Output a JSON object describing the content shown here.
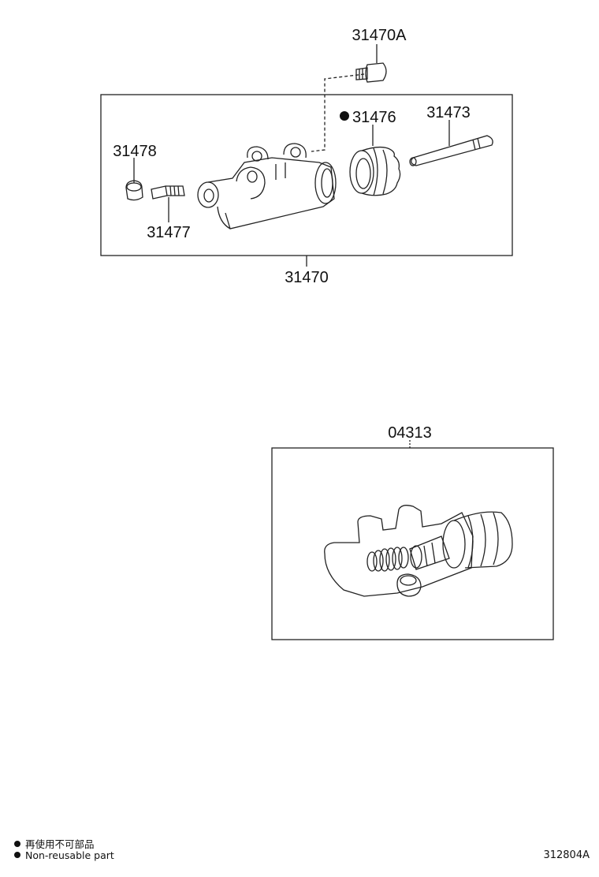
{
  "parts": {
    "p31470A": "31470A",
    "p31476": "31476",
    "p31473": "31473",
    "p31478": "31478",
    "p31477": "31477",
    "p31470": "31470",
    "p04313": "04313"
  },
  "legend": {
    "line1": "再使用不可部品",
    "line2": "Non-reusable part"
  },
  "diagram_code": "312804A"
}
